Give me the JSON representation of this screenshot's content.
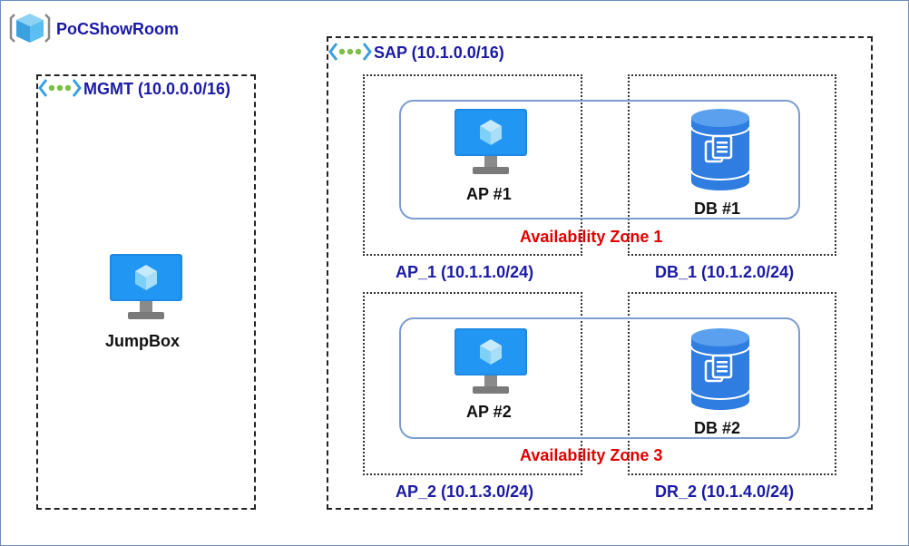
{
  "subscription": {
    "label": "PoCShowRoom"
  },
  "vnets": {
    "mgmt": {
      "label": "MGMT (10.0.0.0/16)"
    },
    "sap": {
      "label": "SAP (10.1.0.0/16)"
    }
  },
  "subnets": {
    "ap1": "AP_1 (10.1.1.0/24)",
    "db1": "DB_1 (10.1.2.0/24)",
    "ap2": "AP_2 (10.1.3.0/24)",
    "dr2": "DR_2 (10.1.4.0/24)"
  },
  "zones": {
    "zone1": "Availability Zone 1",
    "zone3": "Availability Zone 3"
  },
  "nodes": {
    "jumpbox": "JumpBox",
    "ap1": "AP #1",
    "ap2": "AP #2",
    "db1": "DB #1",
    "db2": "DB #2"
  },
  "colors": {
    "label_blue": "#1a1aa6",
    "zone_red": "#e00000",
    "vm_blue": "#1e88e5",
    "db_blue": "#2f7de1",
    "vnet_green": "#7ac143"
  },
  "icons": {
    "subscription": "cube-icon",
    "vnet": "vnet-icon",
    "vm": "virtual-machine-icon",
    "db": "database-icon"
  }
}
